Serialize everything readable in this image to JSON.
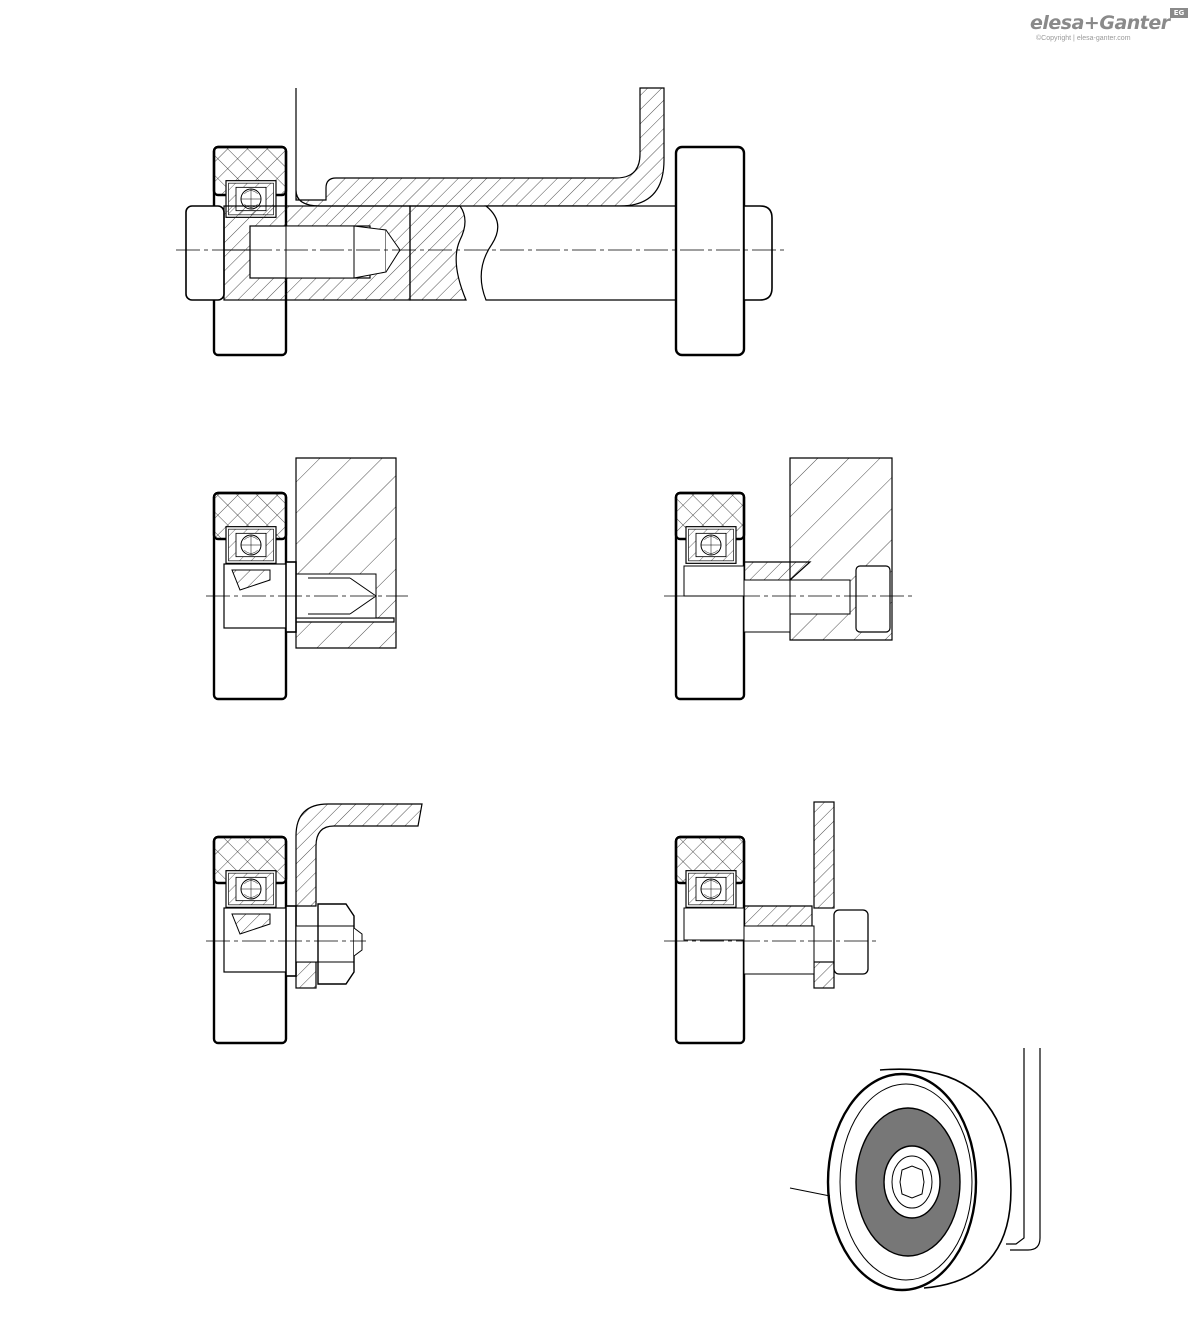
{
  "logo": {
    "elesa": "elesa",
    "plus": "+",
    "ganter": "Ganter",
    "badge": "EG",
    "copyright": "©Copyright | elesa-ganter.com"
  }
}
